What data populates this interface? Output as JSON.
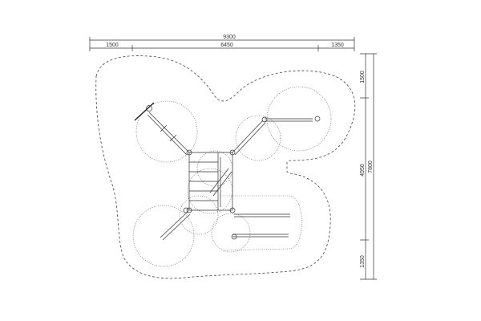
{
  "dimensions": {
    "top_total": "9300",
    "top_left": "1500",
    "top_middle": "6450",
    "top_right": "1350",
    "right_top": "1500",
    "right_middle": "4950",
    "right_total": "7800",
    "right_bottom": "1350"
  }
}
